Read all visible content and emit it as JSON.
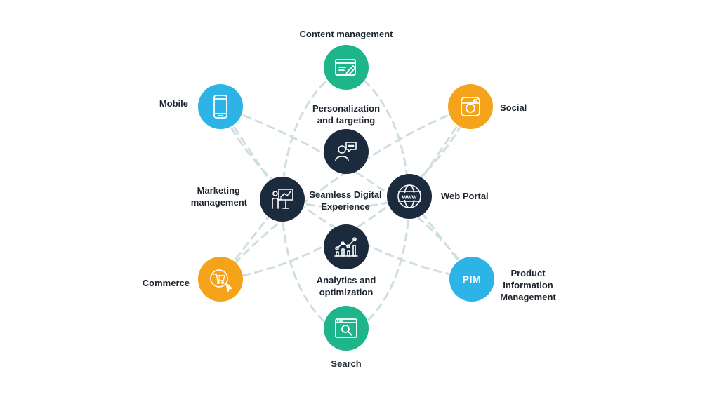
{
  "diagram": {
    "center_label_line1": "Seamless Digital",
    "center_label_line2": "Experience",
    "nodes": {
      "content_management": "Content management",
      "mobile": "Mobile",
      "social": "Social",
      "personalization_line1": "Personalization",
      "personalization_line2": "and targeting",
      "marketing_line1": "Marketing",
      "marketing_line2": "management",
      "web_portal": "Web Portal",
      "commerce": "Commerce",
      "analytics_line1": "Analytics and",
      "analytics_line2": "optimization",
      "pim_badge": "PIM",
      "pim_line1": "Product",
      "pim_line2": "Information",
      "pim_line3": "Management",
      "search": "Search"
    },
    "icons": {
      "content_management": "browser-edit-icon",
      "mobile": "smartphone-icon",
      "social": "camera-icon",
      "personalization": "person-chat-icon",
      "marketing": "presenter-chart-icon",
      "web_portal": "globe-www-icon",
      "commerce": "cart-cursor-icon",
      "analytics": "bar-line-chart-icon",
      "search": "browser-search-icon"
    },
    "colors": {
      "green": "#1fb58a",
      "blue": "#2db3e6",
      "orange": "#f5a31a",
      "navy": "#1b2a3d",
      "connector": "#cfdfe0"
    }
  }
}
